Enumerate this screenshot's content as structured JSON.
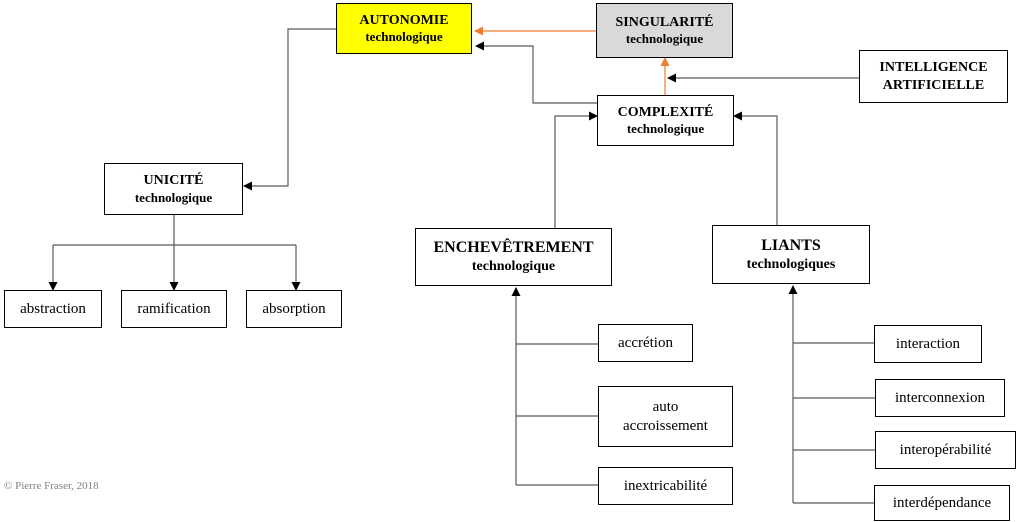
{
  "nodes": {
    "autonomie": {
      "line1": "AUTONOMIE",
      "line2": "technologique"
    },
    "singularite": {
      "line1": "SINGULARITÉ",
      "line2": "technologique"
    },
    "intelligence": {
      "line1": "INTELLIGENCE",
      "line2": "ARTIFICIELLE"
    },
    "complexite": {
      "line1": "COMPLEXITÉ",
      "line2": "technologique"
    },
    "unicite": {
      "line1": "UNICITÉ",
      "line2": "technologique"
    },
    "enchevetrement": {
      "line1": "ENCHEVÊTREMENT",
      "line2": "technologique"
    },
    "liants": {
      "line1": "LIANTS",
      "line2": "technologiques"
    },
    "abstraction": "abstraction",
    "ramification": "ramification",
    "absorption": "absorption",
    "accretion": "accrétion",
    "autoaccroissement": {
      "line1": "auto",
      "line2": "accroissement"
    },
    "inextricabilite": "inextricabilité",
    "interaction": "interaction",
    "interconnexion": "interconnexion",
    "interoperabilite": "interopérabilité",
    "interdependance": "interdépendance"
  },
  "credit": "© Pierre Fraser, 2018",
  "colors": {
    "highlight": "#ffff00",
    "grey_box": "#d9d9d9",
    "orange_arrow": "#ed7d31",
    "connector": "#595959"
  }
}
